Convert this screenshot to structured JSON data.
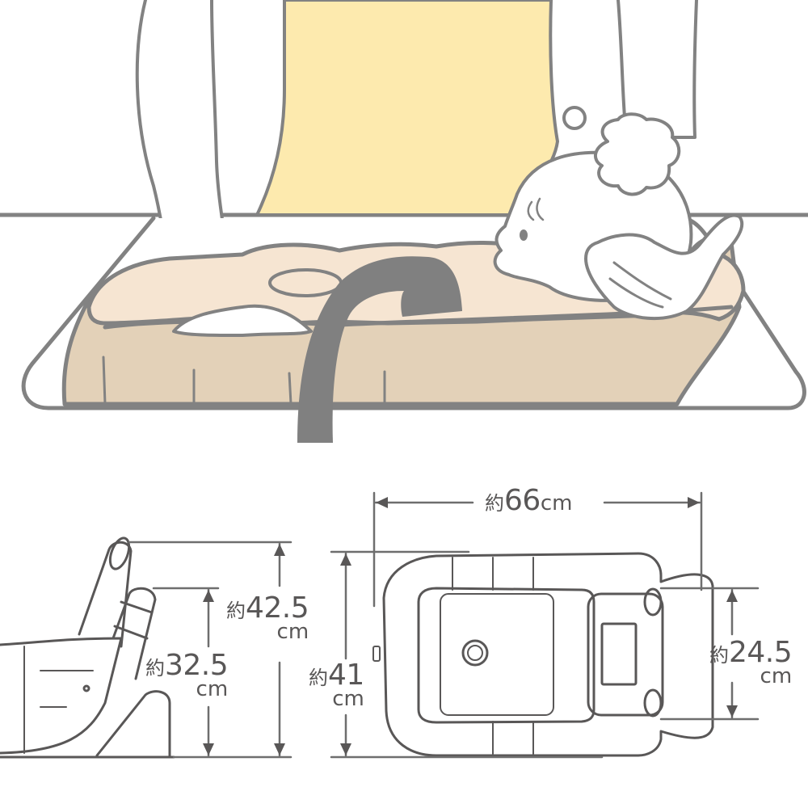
{
  "scene": {
    "description": "Caregiver washing baby's hair in a sink using an inflatable baby bath",
    "colors": {
      "stroke": "#828282",
      "shirt": "#fdeaae",
      "bath_inner": "#f6e5d2",
      "bath_outer": "#e3d1b8",
      "faucet": "#808080",
      "skin": "#ffffff"
    }
  },
  "dimensions": {
    "length": {
      "prefix": "約",
      "value": "66",
      "unit": "cm"
    },
    "side_total_height": {
      "prefix": "約",
      "value": "42.5",
      "unit": "cm"
    },
    "side_back_height": {
      "prefix": "約",
      "value": "32.5",
      "unit": "cm"
    },
    "top_width": {
      "prefix": "約",
      "value": "41",
      "unit": "cm"
    },
    "top_head_width": {
      "prefix": "約",
      "value": "24.5",
      "unit": "cm"
    }
  },
  "diagram_colors": {
    "line": "#595757",
    "dim_line": "#6e6e6e"
  }
}
